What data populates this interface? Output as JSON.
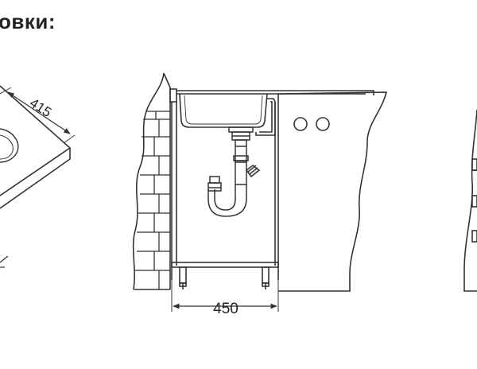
{
  "heading": {
    "text": "овки:"
  },
  "dimensions": {
    "sink_depth": "415",
    "cabinet_width": "450"
  },
  "colors": {
    "line": "#333333",
    "background": "#ffffff"
  }
}
